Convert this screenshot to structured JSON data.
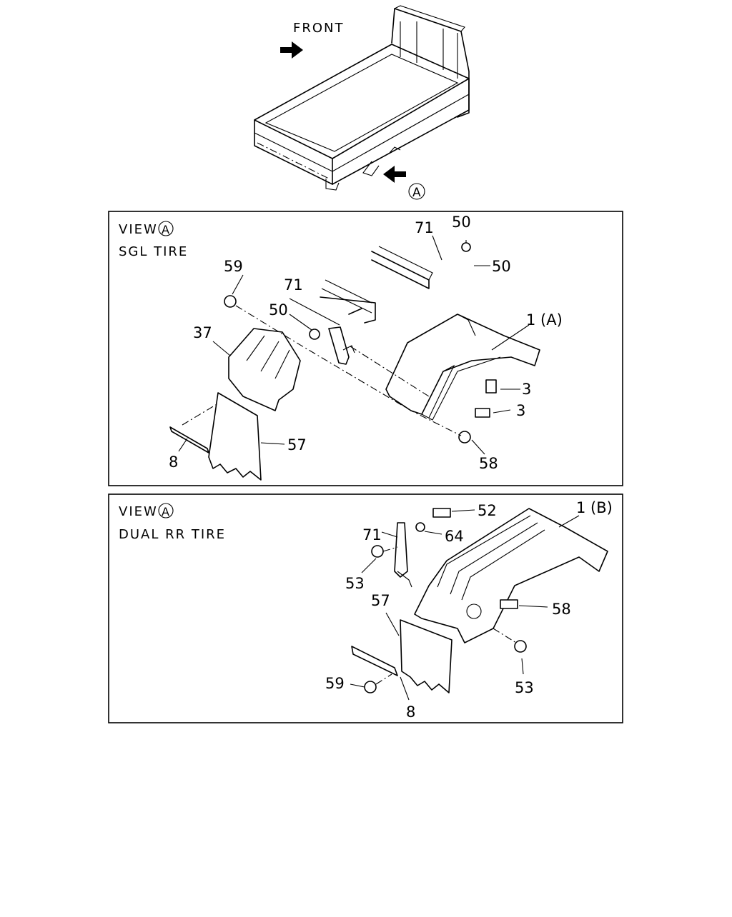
{
  "top": {
    "front_label": "FRONT",
    "view_marker": "A"
  },
  "panel1": {
    "view_label": "VIEW",
    "view_marker": "A",
    "title": "SGL TIRE",
    "callouts": {
      "c71a": "71",
      "c50a": "50",
      "c50b": "50",
      "c59": "59",
      "c71b": "71",
      "c50c": "50",
      "c37": "37",
      "c1": "1 (A)",
      "c3a": "3",
      "c3b": "3",
      "c57": "57",
      "c8": "8",
      "c58": "58"
    }
  },
  "panel2": {
    "view_label": "VIEW",
    "view_marker": "A",
    "title": "DUAL RR TIRE",
    "callouts": {
      "c71": "71",
      "c52": "52",
      "c1": "1 (B)",
      "c64": "64",
      "c53a": "53",
      "c57": "57",
      "c58": "58",
      "c59": "59",
      "c53b": "53",
      "c8": "8"
    }
  }
}
